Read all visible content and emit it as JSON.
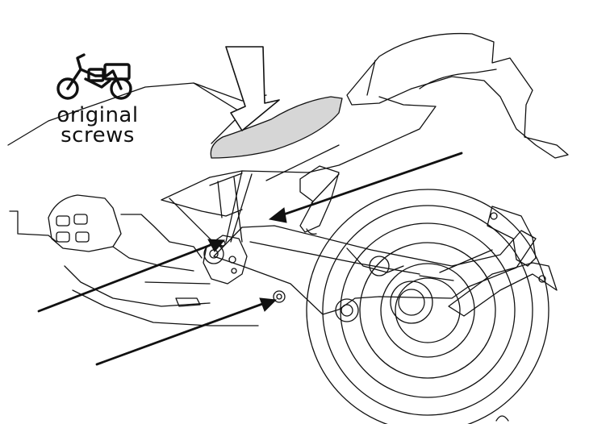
{
  "badge": {
    "icon": "adventure-motorcycle-with-luggage-icon",
    "line1": "original",
    "line2": "screws"
  },
  "colors": {
    "stroke": "#111111",
    "seat_fill": "#d6d6d6",
    "background": "#ffffff"
  },
  "callouts": {
    "arrow_count": 4,
    "highlight_arrow_target": "seat"
  }
}
